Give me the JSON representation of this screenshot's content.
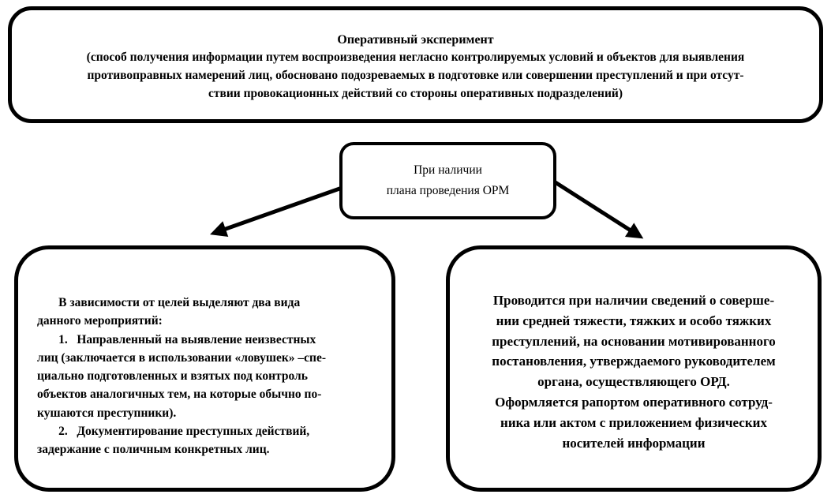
{
  "diagram": {
    "top_box": {
      "title": "Оперативный эксперимент",
      "body": "(способ получения информации путем воспроизведения негласно контролируемых условий и объектов для выявления\nпротивоправных намерений лиц, обосновано подозреваемых в подготовке или совершении преступлений и при отсут-\nствии провокационных действий со стороны оперативных подразделений)"
    },
    "condition_box": {
      "text": "При наличии\nплана проведения ОРМ"
    },
    "left_box": {
      "text": "       В зависимости от целей выделяют два вида\nданного мероприятий:\n       1.   Направленный на выявление неизвестных\nлиц (заключается в использовании «ловушек» –спе-\nциально подготовленных и взятых под контроль\nобъектов аналогичных тем, на которые обычно по-\nкушаются преступники).\n       2.   Документирование преступных действий,\nзадержание с поличным конкретных лиц."
    },
    "right_box": {
      "text": "Проводится при наличии сведений о соверше-\nнии средней тяжести, тяжких и особо тяжких\nпреступлений, на основании мотивированного\nпостановления, утверждаемого руководителем\nоргана, осуществляющего ОРД.\nОформляется рапортом оперативного сотруд-\nника или актом с приложением физических\nносителей информации"
    },
    "colors": {
      "line": "#000000",
      "background": "#ffffff"
    }
  }
}
